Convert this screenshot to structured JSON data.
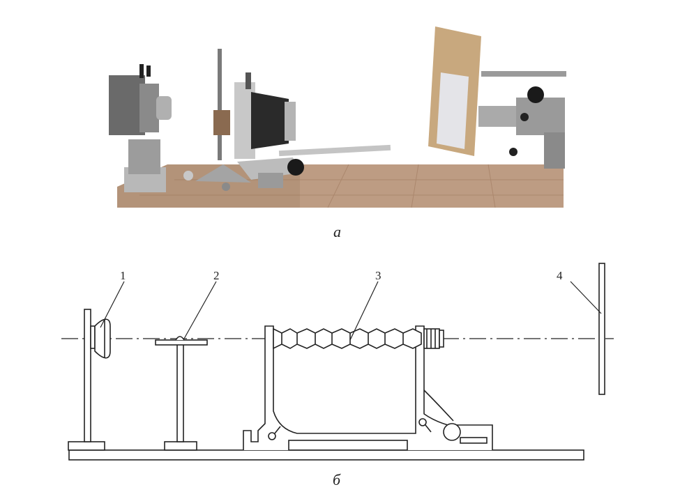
{
  "captions": {
    "photo": "а",
    "diagram": "б"
  },
  "diagram_labels": [
    {
      "id": "1",
      "text": "1"
    },
    {
      "id": "2",
      "text": "2"
    },
    {
      "id": "3",
      "text": "3"
    },
    {
      "id": "4",
      "text": "4"
    }
  ],
  "colors": {
    "line": "#222222",
    "table_wood": "#a9876a",
    "background": "#ffffff"
  }
}
